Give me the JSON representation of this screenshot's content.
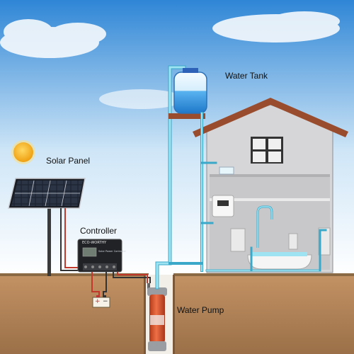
{
  "labels": {
    "water_tank": "Water Tank",
    "solar_panel": "Solar Panel",
    "controller": "Controller",
    "water_pump": "Water Pump"
  },
  "controller_device": {
    "brand": "ECO-WORTHY",
    "model": "Solar Power Controller"
  },
  "battery": {
    "plus": "+",
    "minus": "−"
  },
  "colors": {
    "sky_top": "#2f86d6",
    "sky_bottom": "#ffffff",
    "pipe": "#7fd3e6",
    "pipe_edge": "#3aa9c9",
    "house_wall": "#d6d6d8",
    "roof": "#9a4d2e",
    "ground": "#b48355",
    "ground_dark": "#8d6440",
    "pump_body": "#d9532a",
    "sun": "#f5b81d"
  }
}
